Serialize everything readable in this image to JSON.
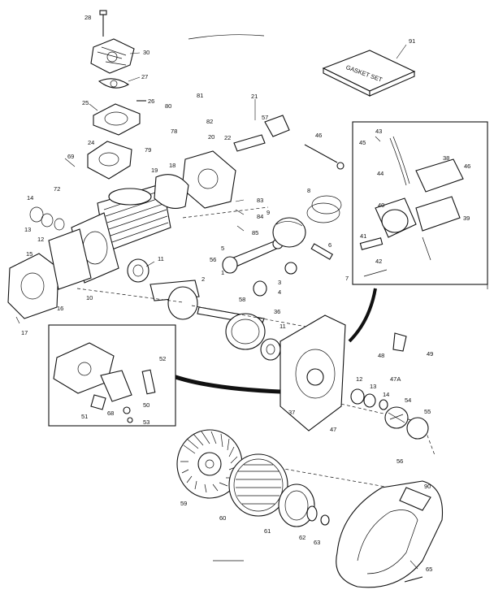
{
  "gasket_set": {
    "label": "GASKET SET",
    "number": "91"
  },
  "callouts": [
    {
      "id": "c28",
      "text": "28"
    },
    {
      "id": "c30",
      "text": "30"
    },
    {
      "id": "c27",
      "text": "27"
    },
    {
      "id": "c25",
      "text": "25"
    },
    {
      "id": "c26",
      "text": "26"
    },
    {
      "id": "c81",
      "text": "81"
    },
    {
      "id": "c80",
      "text": "80"
    },
    {
      "id": "c82",
      "text": "82"
    },
    {
      "id": "c79",
      "text": "79"
    },
    {
      "id": "c78",
      "text": "78"
    },
    {
      "id": "c21",
      "text": "21"
    },
    {
      "id": "c57",
      "text": "57"
    },
    {
      "id": "c22",
      "text": "22"
    },
    {
      "id": "c46a",
      "text": "46"
    },
    {
      "id": "c24",
      "text": "24"
    },
    {
      "id": "c20",
      "text": "20"
    },
    {
      "id": "c19",
      "text": "19"
    },
    {
      "id": "c18",
      "text": "18"
    },
    {
      "id": "c69",
      "text": "69"
    },
    {
      "id": "c72",
      "text": "72"
    },
    {
      "id": "c83",
      "text": "83"
    },
    {
      "id": "c84",
      "text": "84"
    },
    {
      "id": "c85",
      "text": "85"
    },
    {
      "id": "c8",
      "text": "8"
    },
    {
      "id": "c9",
      "text": "9"
    },
    {
      "id": "c6",
      "text": "6"
    },
    {
      "id": "c7",
      "text": "7"
    },
    {
      "id": "c5",
      "text": "5"
    },
    {
      "id": "c3",
      "text": "3"
    },
    {
      "id": "c56",
      "text": "56"
    },
    {
      "id": "c14",
      "text": "14"
    },
    {
      "id": "c13",
      "text": "13"
    },
    {
      "id": "c12",
      "text": "12"
    },
    {
      "id": "c15",
      "text": "15"
    },
    {
      "id": "c16",
      "text": "16"
    },
    {
      "id": "c17",
      "text": "17"
    },
    {
      "id": "c10",
      "text": "10"
    },
    {
      "id": "c11",
      "text": "11"
    },
    {
      "id": "c2",
      "text": "2"
    },
    {
      "id": "c1",
      "text": "1"
    },
    {
      "id": "c4",
      "text": "4"
    },
    {
      "id": "c58",
      "text": "58"
    },
    {
      "id": "c36",
      "text": "36"
    },
    {
      "id": "c11b",
      "text": "11"
    },
    {
      "id": "c45",
      "text": "45"
    },
    {
      "id": "c43",
      "text": "43"
    },
    {
      "id": "c38",
      "text": "38"
    },
    {
      "id": "c46b",
      "text": "46"
    },
    {
      "id": "c44",
      "text": "44"
    },
    {
      "id": "c40",
      "text": "40"
    },
    {
      "id": "c39",
      "text": "39"
    },
    {
      "id": "c41",
      "text": "41"
    },
    {
      "id": "c42",
      "text": "42"
    },
    {
      "id": "c48",
      "text": "48"
    },
    {
      "id": "c49",
      "text": "49"
    },
    {
      "id": "c47a",
      "text": "47A"
    },
    {
      "id": "c12b",
      "text": "12"
    },
    {
      "id": "c13b",
      "text": "13"
    },
    {
      "id": "c14b",
      "text": "14"
    },
    {
      "id": "c54",
      "text": "54"
    },
    {
      "id": "c55",
      "text": "55"
    },
    {
      "id": "c37",
      "text": "37"
    },
    {
      "id": "c47",
      "text": "47"
    },
    {
      "id": "c56b",
      "text": "56"
    },
    {
      "id": "c52",
      "text": "52"
    },
    {
      "id": "c50",
      "text": "50"
    },
    {
      "id": "c51",
      "text": "51"
    },
    {
      "id": "c68",
      "text": "68"
    },
    {
      "id": "c53",
      "text": "53"
    },
    {
      "id": "c59",
      "text": "59"
    },
    {
      "id": "c60",
      "text": "60"
    },
    {
      "id": "c61",
      "text": "61"
    },
    {
      "id": "c62",
      "text": "62"
    },
    {
      "id": "c63",
      "text": "63"
    },
    {
      "id": "c90",
      "text": "90"
    },
    {
      "id": "c65",
      "text": "65"
    }
  ]
}
